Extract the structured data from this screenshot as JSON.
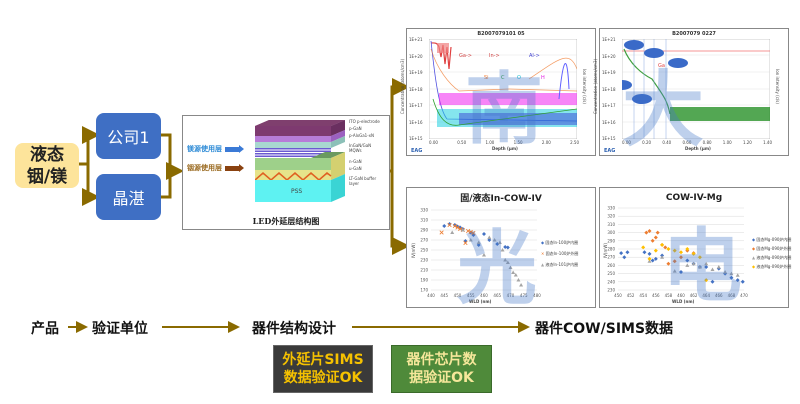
{
  "diagram": {
    "source_box": "液态铟/镁",
    "companies": [
      "公司1",
      "晶湛"
    ],
    "led_structure": {
      "caption": "LED外延层结构图",
      "mg_label": "镁源使用层",
      "in_label": "铟源使用层",
      "layers": [
        "ITO p-electrode",
        "p-GaN",
        "p-AlxGa1-xN",
        "InGaN/GaN MQWs",
        "n-GaN",
        "u-GaN",
        "LT-GaN buffer layer"
      ],
      "substrate": "PSS"
    },
    "sims_charts": [
      {
        "title": "B2007079101 05",
        "xlabel": "Depth (µm)",
        "ylabel": "Concentration (atoms/cm3)",
        "y2label": "Ion intensity (c/s)",
        "yticks": [
          "1E+21",
          "1E+20",
          "1E+19",
          "1E+18",
          "1E+17",
          "1E+16",
          "1E+15"
        ],
        "xticks": [
          "0.00",
          "0.50",
          "1.00",
          "1.50",
          "2.00",
          "2.50"
        ],
        "species": [
          "Ga->",
          "In->",
          "Al->",
          "Si",
          "C",
          "O",
          "H"
        ],
        "logo": "EAG",
        "watermark": "南"
      },
      {
        "title": "B2007079 0227",
        "xlabel": "Depth (µm)",
        "ylabel": "Concentration (atoms/cm3)",
        "y2label": "Ion intensity (c/s)",
        "yticks": [
          "1E+21",
          "1E+20",
          "1E+19",
          "1E+18",
          "1E+17",
          "1E+16",
          "1E+15"
        ],
        "xticks": [
          "0.00",
          "0.20",
          "0.40",
          "0.60",
          "0.80",
          "1.00",
          "1.20",
          "1.40"
        ],
        "species": [
          "Ga"
        ],
        "logo": "EAG",
        "watermark": "大"
      }
    ],
    "flow": {
      "steps": [
        "产品",
        "验证单位",
        "器件结构设计",
        "器件COW/SIMS数据"
      ]
    },
    "ok_boxes": [
      {
        "line1": "外延片SIMS",
        "line2": "数据验证OK"
      },
      {
        "line1": "器件芯片数",
        "line2": "据验证OK"
      }
    ],
    "colors": {
      "arrow": "#8a6a00",
      "blue_box": "#3f6fc4",
      "yellow_box": "#fde49b",
      "ok1_bg": "#3a3a3a",
      "ok1_fg": "#f5c100",
      "ok2_bg": "#4f8a3a",
      "ok2_fg": "#f5e79a"
    }
  },
  "chart_data": [
    {
      "type": "scatter",
      "title": "固/液态In-COW-IV",
      "xlabel": "WLD (nm)",
      "ylabel": "IV(mW)",
      "xlim": [
        440,
        480
      ],
      "ylim": [
        170,
        330
      ],
      "xticks": [
        440,
        445,
        450,
        455,
        460,
        465,
        470,
        475,
        480
      ],
      "yticks": [
        170,
        190,
        210,
        230,
        250,
        270,
        290,
        310,
        330
      ],
      "watermark": "光",
      "series": [
        {
          "name": "固态In-100炉内圈",
          "color": "#4472c4",
          "marker": "diamond",
          "x": [
            445,
            447,
            449,
            450,
            451,
            452,
            453,
            455,
            456,
            458,
            460,
            462,
            465,
            468,
            469
          ],
          "y": [
            298,
            302,
            300,
            297,
            295,
            292,
            268,
            285,
            280,
            260,
            282,
            270,
            262,
            256,
            255
          ]
        },
        {
          "name": "固态In-100炉外圈",
          "color": "#ed7d31",
          "marker": "x",
          "x": [
            444,
            447,
            449,
            450,
            451,
            452,
            453,
            454,
            455,
            456
          ],
          "y": [
            285,
            300,
            298,
            295,
            292,
            290,
            264,
            288,
            286,
            284
          ]
        },
        {
          "name": "液态In-101炉内圈",
          "color": "#a5a5a5",
          "marker": "triangle",
          "x": [
            448,
            452,
            455,
            458,
            460,
            462,
            464,
            466,
            467,
            468,
            469,
            470,
            471,
            472,
            473,
            474
          ],
          "y": [
            285,
            290,
            270,
            265,
            240,
            275,
            270,
            265,
            250,
            230,
            225,
            215,
            205,
            200,
            190,
            180
          ]
        }
      ]
    },
    {
      "type": "scatter",
      "title": "COW-IV-Mg",
      "xlabel": "WLD (nm)",
      "ylabel": "IV(mW)",
      "xlim": [
        450,
        470
      ],
      "ylim": [
        230,
        330
      ],
      "xticks": [
        450,
        452,
        454,
        456,
        458,
        460,
        462,
        464,
        466,
        468,
        470
      ],
      "yticks": [
        230,
        240,
        250,
        260,
        270,
        280,
        290,
        300,
        310,
        320,
        330
      ],
      "watermark": "电",
      "series": [
        {
          "name": "固态Mg-090炉内圈",
          "color": "#4472c4",
          "marker": "diamond",
          "x": [
            450.5,
            451,
            451.5,
            454.2,
            455,
            455.5,
            456,
            457,
            460,
            461,
            462,
            463,
            464,
            465,
            466,
            467,
            468,
            469,
            469.8
          ],
          "y": [
            275,
            270,
            276,
            276,
            274,
            266,
            268,
            272,
            252,
            266,
            262,
            258,
            258,
            240,
            256,
            250,
            245,
            242,
            240
          ]
        },
        {
          "name": "固态Mg-090炉外圈",
          "color": "#ed7d31",
          "marker": "diamond",
          "x": [
            454.5,
            455,
            455.5,
            456,
            456.3,
            457,
            457.5,
            458,
            459,
            460,
            461,
            462
          ],
          "y": [
            300,
            302,
            290,
            294,
            300,
            285,
            282,
            262,
            265,
            270,
            278,
            275
          ]
        },
        {
          "name": "液态Mg-090炉内圈",
          "color": "#a5a5a5",
          "marker": "triangle",
          "x": [
            455,
            457,
            459,
            461,
            462,
            463,
            464,
            465,
            466,
            467,
            468,
            469
          ],
          "y": [
            265,
            270,
            253,
            260,
            262,
            258,
            262,
            255,
            258,
            252,
            250,
            248
          ]
        },
        {
          "name": "液态Mg-090炉外圈",
          "color": "#ffc000",
          "marker": "diamond",
          "x": [
            454,
            455,
            456,
            457,
            458,
            459,
            460,
            461,
            462,
            463,
            464
          ],
          "y": [
            282,
            268,
            278,
            285,
            280,
            278,
            276,
            280,
            274,
            270,
            242
          ]
        }
      ]
    }
  ]
}
